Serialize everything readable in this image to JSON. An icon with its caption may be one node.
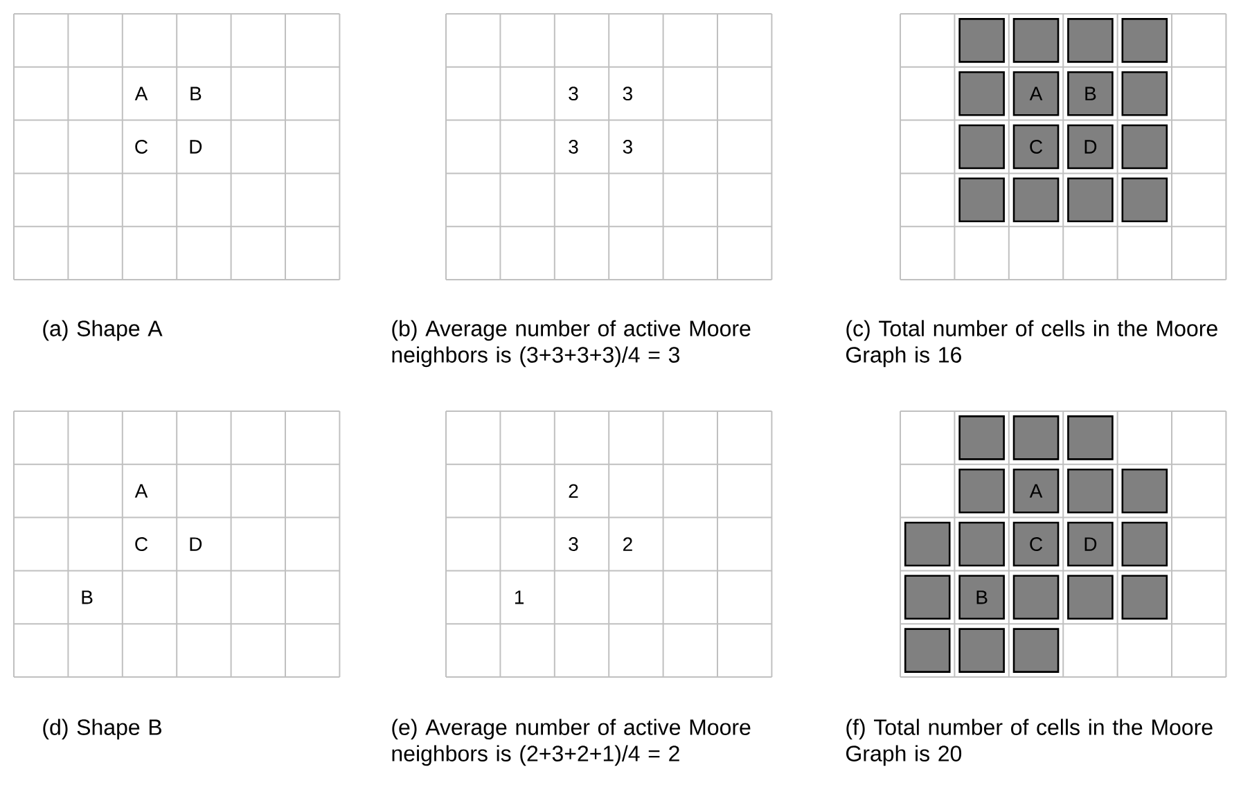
{
  "diagram": {
    "nodes": [
      {
        "text": [],
        "shape": "box"
      },
      {
        "text": [],
        "shape": "box"
      },
      {
        "text": [],
        "shape": "box"
      },
      {
        "text": [],
        "shape": "box"
      },
      {
        "text": [],
        "shape": "box"
      },
      {
        "text": [
          "A"
        ]
      },
      {
        "text": [
          "B"
        ]
      },
      {
        "text": [],
        "shape": "box"
      },
      {
        "text": [],
        "shape": "box"
      },
      {
        "text": [
          "C"
        ]
      },
      {
        "text": [
          "D"
        ]
      },
      {
        "text": [],
        "shape": "box"
      },
      {
        "text": [],
        "shape": "box"
      },
      {
        "text": [],
        "shape": "box"
      },
      {
        "text": [],
        "shape": "box"
      },
      {
        "text": [],
        "shape": "box"
      },
      {
        "text": [],
        "shape": "box"
      },
      {
        "text": [],
        "shape": "box"
      },
      {
        "text": [],
        "shape": "box"
      },
      {
        "text": [],
        "shape": "box"
      },
      {
        "text": [
          "A"
        ]
      },
      {
        "text": [],
        "shape": "box"
      },
      {
        "text": [],
        "shape": "box"
      },
      {
        "text": [],
        "shape": "box"
      },
      {
        "text": [],
        "shape": "box"
      },
      {
        "text": [
          "C"
        ]
      },
      {
        "text": [
          "D"
        ]
      },
      {
        "text": [],
        "shape": "box"
      },
      {
        "text": [],
        "shape": "box"
      },
      {
        "text": [
          "B"
        ]
      },
      {
        "text": [],
        "shape": "box"
      },
      {
        "text": [],
        "shape": "box"
      },
      {
        "text": [],
        "shape": "box"
      },
      {
        "text": [],
        "shape": "box"
      },
      {
        "text": [],
        "shape": "box"
      },
      {
        "text": [],
        "shape": "box"
      }
    ],
    "labels": [
      "A",
      "B",
      "C",
      "D",
      "3",
      "3",
      "3",
      "3",
      "(a) Shape A",
      "(b) Average number of active Moore neighbors is (3+3+3+3)/4 = 3",
      "(c) Total number of cells in the Moore Graph is 16",
      "A",
      "C",
      "D",
      "B",
      "2",
      "3",
      "2",
      "1",
      "(d) Shape B",
      "(e) Average number of active Moore neighbors is (2+3+2+1)/4 = 2",
      "(f) Total number of cells in the Moore Graph is 20"
    ]
  }
}
